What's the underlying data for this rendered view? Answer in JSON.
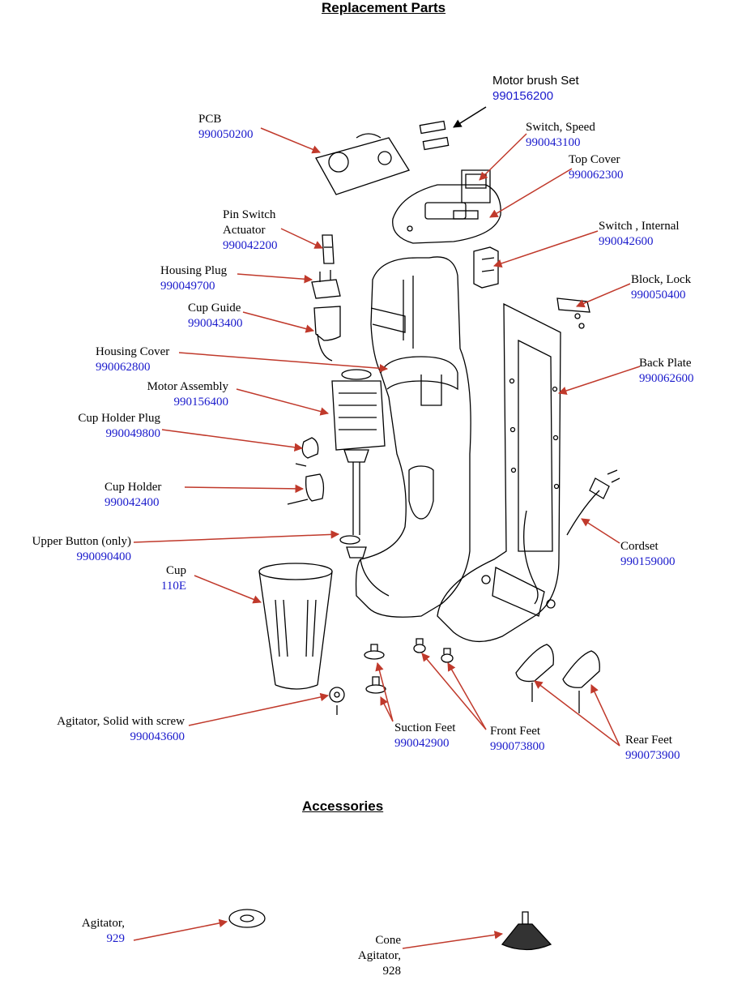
{
  "headings": {
    "replacement": "Replacement Parts",
    "accessories": "Accessories"
  },
  "parts": {
    "motor_brush_set": {
      "name": "Motor brush Set",
      "pn": "990156200"
    },
    "pcb": {
      "name": "PCB",
      "pn": "990050200"
    },
    "switch_speed": {
      "name": "Switch, Speed",
      "pn": "990043100"
    },
    "top_cover": {
      "name": "Top Cover",
      "pn": "990062300"
    },
    "pin_switch_actuator": {
      "name1": "Pin Switch",
      "name2": "Actuator",
      "pn": "990042200"
    },
    "switch_internal": {
      "name": "Switch , Internal",
      "pn": "990042600"
    },
    "housing_plug": {
      "name": "Housing Plug",
      "pn": "990049700"
    },
    "block_lock": {
      "name": "Block, Lock",
      "pn": "990050400"
    },
    "cup_guide": {
      "name": "Cup Guide",
      "pn": "990043400"
    },
    "housing_cover": {
      "name": "Housing Cover",
      "pn": "990062800"
    },
    "back_plate": {
      "name": "Back Plate",
      "pn": "990062600"
    },
    "motor_assembly": {
      "name": "Motor Assembly",
      "pn": "990156400"
    },
    "cup_holder_plug": {
      "name": "Cup Holder Plug",
      "pn": "990049800"
    },
    "cup_holder": {
      "name": "Cup Holder",
      "pn": "990042400"
    },
    "cordset": {
      "name": "Cordset",
      "pn": "990159000"
    },
    "upper_button": {
      "name": "Upper Button (only)",
      "pn": "990090400"
    },
    "cup": {
      "name": "Cup",
      "pn": "110E"
    },
    "agitator_solid": {
      "name": "Agitator, Solid with screw",
      "pn": "990043600"
    },
    "suction_feet": {
      "name": "Suction Feet",
      "pn": "990042900"
    },
    "front_feet": {
      "name": "Front Feet",
      "pn": "990073800"
    },
    "rear_feet": {
      "name": "Rear Feet",
      "pn": "990073900"
    }
  },
  "accessories": {
    "agitator": {
      "name": "Agitator,",
      "pn": "929"
    },
    "cone_agitator": {
      "name1": "Cone",
      "name2": "Agitator,",
      "pn": "928"
    }
  },
  "colors": {
    "part_number": "#1a1acc",
    "arrow": "#c0392b",
    "line_art": "#000000"
  }
}
